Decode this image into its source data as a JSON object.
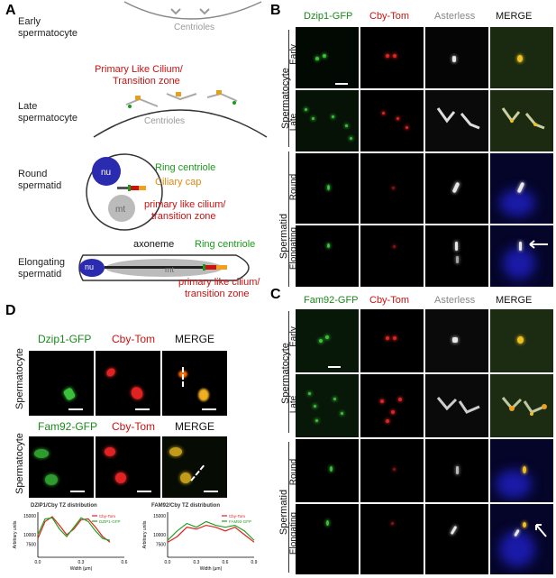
{
  "panels": {
    "A": "A",
    "B": "B",
    "C": "C",
    "D": "D"
  },
  "panelA": {
    "early": "Early\nspermatocyte",
    "early_centrioles": "Centrioles",
    "plc_tz_1": "Primary Like Cilium/",
    "plc_tz_2": "Transition zone",
    "late": "Late\nspermatocyte",
    "late_centrioles": "Centrioles",
    "round": "Round\nspermatid",
    "nu": "nu",
    "mt": "mt",
    "ring_centriole": "Ring centriole",
    "ciliary_cap": "Ciliary cap",
    "plc1": "primary like cilium/",
    "plc2": "transition zone",
    "elongating": "Elongating\nspermatid",
    "axoneme": "axoneme",
    "ring_centriole2": "Ring centriole",
    "nu2": "nu",
    "mt2": "mt",
    "plc3": "primary like cilium/",
    "plc4": "transition zone"
  },
  "panelB": {
    "headers": [
      "Dzip1-GFP",
      "Cby-Tom",
      "Asterless",
      "MERGE"
    ],
    "rows": [
      "Early",
      "Late",
      "Round",
      "Elongating"
    ],
    "group1": "Spermatocyte",
    "group2": "Spermatid"
  },
  "panelC": {
    "headers": [
      "Fam92-GFP",
      "Cby-Tom",
      "Asterless",
      "MERGE"
    ],
    "rows": [
      "Early",
      "Late",
      "Round",
      "Elongating"
    ],
    "group1": "Spermatocyte",
    "group2": "Spermatid"
  },
  "panelD": {
    "headers1": [
      "Dzip1-GFP",
      "Cby-Tom",
      "MERGE"
    ],
    "headers2": [
      "Fam92-GFP",
      "Cby-Tom",
      "MERGE"
    ],
    "row_label": "Spermatocyte",
    "colors": {
      "green": "#1a8a1a",
      "red": "#cc1111",
      "grey": "#999999"
    }
  },
  "chart_data": [
    {
      "type": "line",
      "title": "DZIP1/Cby TZ distribution",
      "xlabel": "Width (μm)",
      "ylabel": "Arbitrary units",
      "xticks": [
        "0.0",
        "0.3",
        "0.6"
      ],
      "yticks": [
        "7500",
        "10000",
        "15000"
      ],
      "xlim": [
        0,
        0.6
      ],
      "ylim": [
        4000,
        16000
      ],
      "x": [
        0.0,
        0.05,
        0.1,
        0.15,
        0.2,
        0.25,
        0.3,
        0.35,
        0.4,
        0.45,
        0.5
      ],
      "series": [
        {
          "name": "Cby-Tom",
          "color": "#e02020",
          "values": [
            9000,
            13500,
            14800,
            12500,
            10000,
            11500,
            14000,
            14200,
            12000,
            9500,
            8000
          ]
        },
        {
          "name": "DZIP1-GFP",
          "color": "#20a020",
          "values": [
            10000,
            14200,
            14500,
            11500,
            9500,
            12000,
            14500,
            13500,
            11000,
            9000,
            8500
          ]
        }
      ]
    },
    {
      "type": "line",
      "title": "FAM92/Cby TZ distribution",
      "xlabel": "Width (μm)",
      "ylabel": "Arbitrary units",
      "xticks": [
        "0.0",
        "0.3",
        "0.6",
        "0.9"
      ],
      "yticks": [
        "7500",
        "10000",
        "15000"
      ],
      "xlim": [
        0,
        0.9
      ],
      "ylim": [
        4000,
        16000
      ],
      "x": [
        0.0,
        0.1,
        0.2,
        0.3,
        0.4,
        0.5,
        0.6,
        0.7,
        0.8,
        0.9
      ],
      "series": [
        {
          "name": "Cby-Tom",
          "color": "#e02020",
          "values": [
            8000,
            9500,
            12000,
            11500,
            12500,
            12000,
            11000,
            12000,
            10000,
            8000
          ]
        },
        {
          "name": "FAM92-GFP",
          "color": "#20a020",
          "values": [
            8500,
            11000,
            13000,
            12000,
            13500,
            12500,
            12000,
            12500,
            11000,
            8500
          ]
        }
      ]
    }
  ]
}
